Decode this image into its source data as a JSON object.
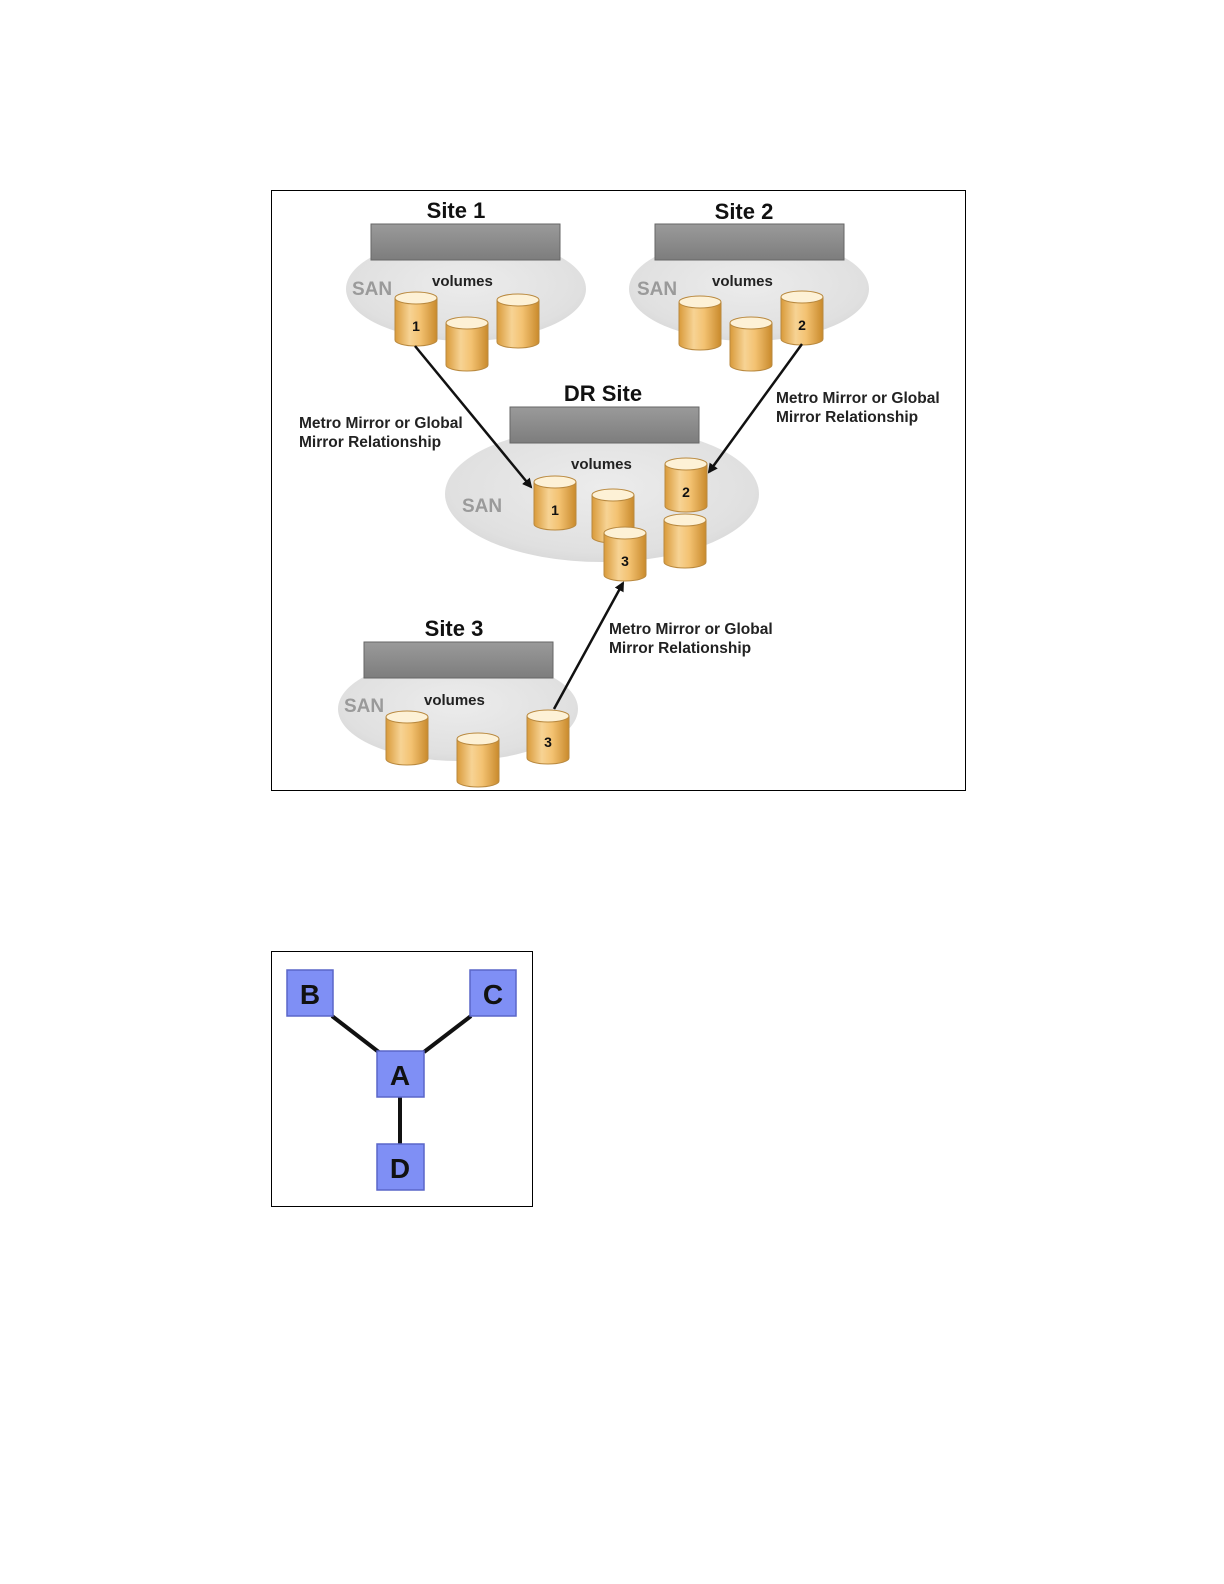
{
  "figure1": {
    "sites": [
      {
        "id": "site1",
        "title": "Site 1",
        "san": "SAN",
        "volumes_label": "volumes"
      },
      {
        "id": "site2",
        "title": "Site 2",
        "san": "SAN",
        "volumes_label": "volumes"
      },
      {
        "id": "dr",
        "title": "DR Site",
        "san": "SAN",
        "volumes_label": "volumes"
      },
      {
        "id": "site3",
        "title": "Site 3",
        "san": "SAN",
        "volumes_label": "volumes"
      }
    ],
    "volume_numbers": {
      "v1": "1",
      "v2": "2",
      "v3": "3"
    },
    "relationship_line1": "Metro Mirror or Global",
    "relationship_line2": "Mirror Relationship",
    "colors": {
      "cylinder": "#f2c47a",
      "cylinder_light": "#fbe9c6",
      "san_cloud": "#e3e3e3",
      "server_bar": "#8a8a8a"
    }
  },
  "figure2": {
    "nodes": {
      "a": "A",
      "b": "B",
      "c": "C",
      "d": "D"
    },
    "colors": {
      "node_fill": "#7f8ff5",
      "node_border": "#5a66c8"
    }
  }
}
